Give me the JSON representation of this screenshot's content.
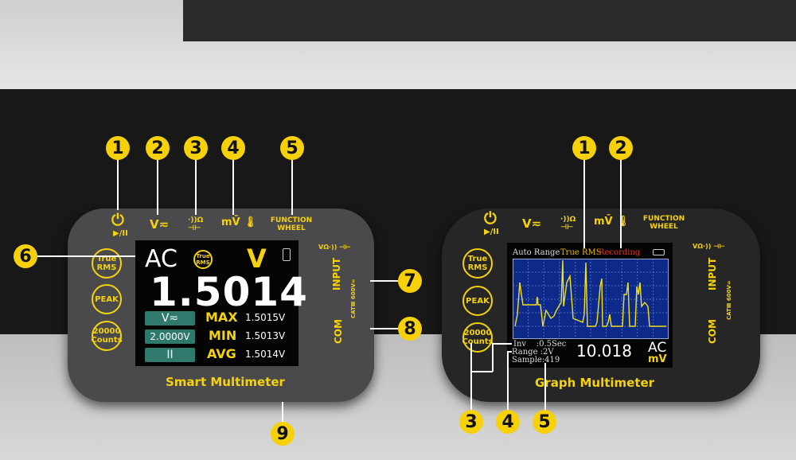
{
  "left_device": {
    "top_labels": {
      "power": "▶/II",
      "volt": "V≂",
      "ohm": "·))Ω ⊣⊢",
      "mv": "mV̄ 🌡",
      "wheel1": "FUNCTION",
      "wheel2": "WHEEL"
    },
    "side_buttons": [
      "True RMS",
      "PEAK",
      "20000 Counts"
    ],
    "screen": {
      "mode": "AC",
      "badge": "True RMS",
      "unit": "V",
      "reading": "1.5014",
      "tags": [
        "V≂",
        "2.0000V",
        "II"
      ],
      "stats": [
        {
          "label": "MAX",
          "value": "1.5015V"
        },
        {
          "label": "MIN",
          "value": "1.5013V"
        },
        {
          "label": "AVG",
          "value": "1.5014V"
        }
      ]
    },
    "right_labels": {
      "jacks": "VΩ·)) ⊣⊢",
      "input": "INPUT",
      "com": "COM",
      "cat": "CATⅢ 600V≂"
    },
    "name": "Smart Multimeter"
  },
  "right_device": {
    "top_labels": {
      "power": "▶/II",
      "volt": "V≂",
      "ohm": "·))Ω ⊣⊢",
      "mv": "mV̄ 🌡",
      "wheel1": "FUNCTION",
      "wheel2": "WHEEL"
    },
    "side_buttons": [
      "True RMS",
      "PEAK",
      "20000 Counts"
    ],
    "screen": {
      "auto": "Auto Range",
      "true_rms": "True RMS",
      "recording": "Recording",
      "inv": "Inv    :0.5Sec",
      "range": "Range :2V",
      "sample": "Sample:419",
      "reading": "10.018",
      "mode": "AC",
      "unit": "mV"
    },
    "right_labels": {
      "jacks": "VΩ·)) ⊣⊢",
      "input": "INPUT",
      "com": "COM",
      "cat": "CATⅢ 600V≂"
    },
    "name": "Graph Multimeter"
  },
  "callouts_left": [
    "1",
    "2",
    "3",
    "4",
    "5",
    "6",
    "7",
    "8",
    "9"
  ],
  "callouts_right": [
    "1",
    "2",
    "3",
    "4",
    "5"
  ],
  "colors": {
    "accent": "#f5d20c",
    "graph_bg": "#0d2a8a",
    "trace": "#f2e01a",
    "tag": "#2f7a6d"
  }
}
